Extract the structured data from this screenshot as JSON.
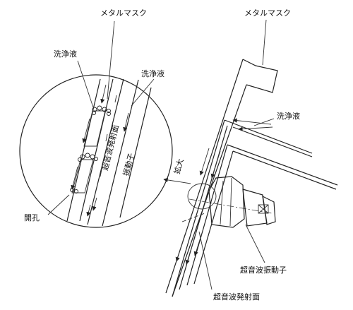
{
  "labels": {
    "metal_mask_left": "メタルマスク",
    "metal_mask_right": "メタルマスク",
    "cleaning_fluid_top_left": "洗浄液",
    "cleaning_fluid_mid": "洗浄液",
    "cleaning_fluid_right": "洗浄液",
    "emission_surface_vertical": "超音波発射面",
    "vibrator_vertical": "振動子",
    "magnify": "拡大",
    "opening": "開孔",
    "ultrasonic_vibrator": "超音波振動子",
    "ultrasonic_emission_surface": "超音波発射面"
  }
}
